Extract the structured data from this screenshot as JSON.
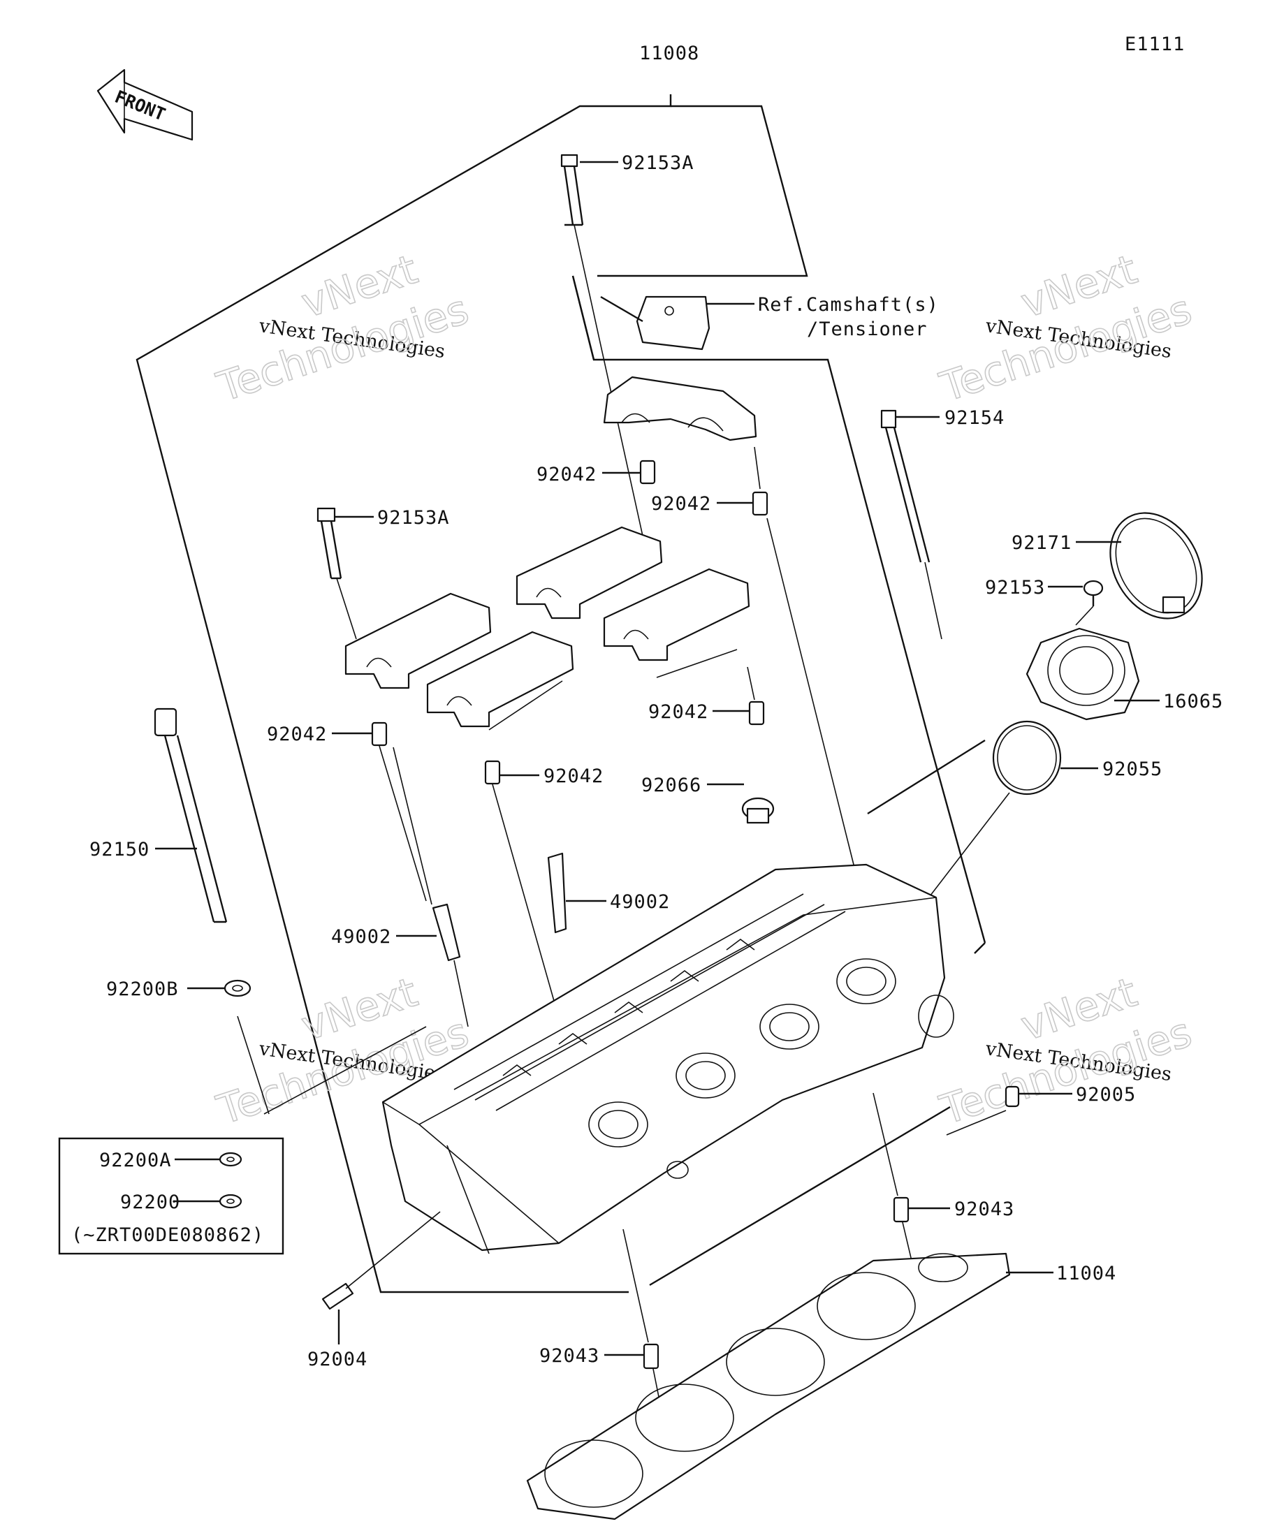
{
  "figure_code": "E1111",
  "front_label": "FRONT",
  "ref_note": {
    "line1": "Ref.Camshaft(s)",
    "line2": "/Tensioner"
  },
  "watermark": {
    "line1": "vNext Technologies",
    "big1": "vNext",
    "big2": "Technologies"
  },
  "callouts": {
    "c11008": "11008",
    "c92153A_top": "92153A",
    "c92153A_mid": "92153A",
    "c92154": "92154",
    "c92171": "92171",
    "c92153": "92153",
    "c16065": "16065",
    "c92055": "92055",
    "c92042_a": "92042",
    "c92042_b": "92042",
    "c92042_c": "92042",
    "c92042_d": "92042",
    "c92042_e": "92042",
    "c92066": "92066",
    "c49002_a": "49002",
    "c49002_b": "49002",
    "c92150": "92150",
    "c92200B": "92200B",
    "c92005": "92005",
    "c92043_a": "92043",
    "c92043_b": "92043",
    "c11004": "11004",
    "c92004": "92004"
  },
  "inset": {
    "a": "92200A",
    "b": "92200",
    "note": "(~ZRT00DE080862)"
  }
}
